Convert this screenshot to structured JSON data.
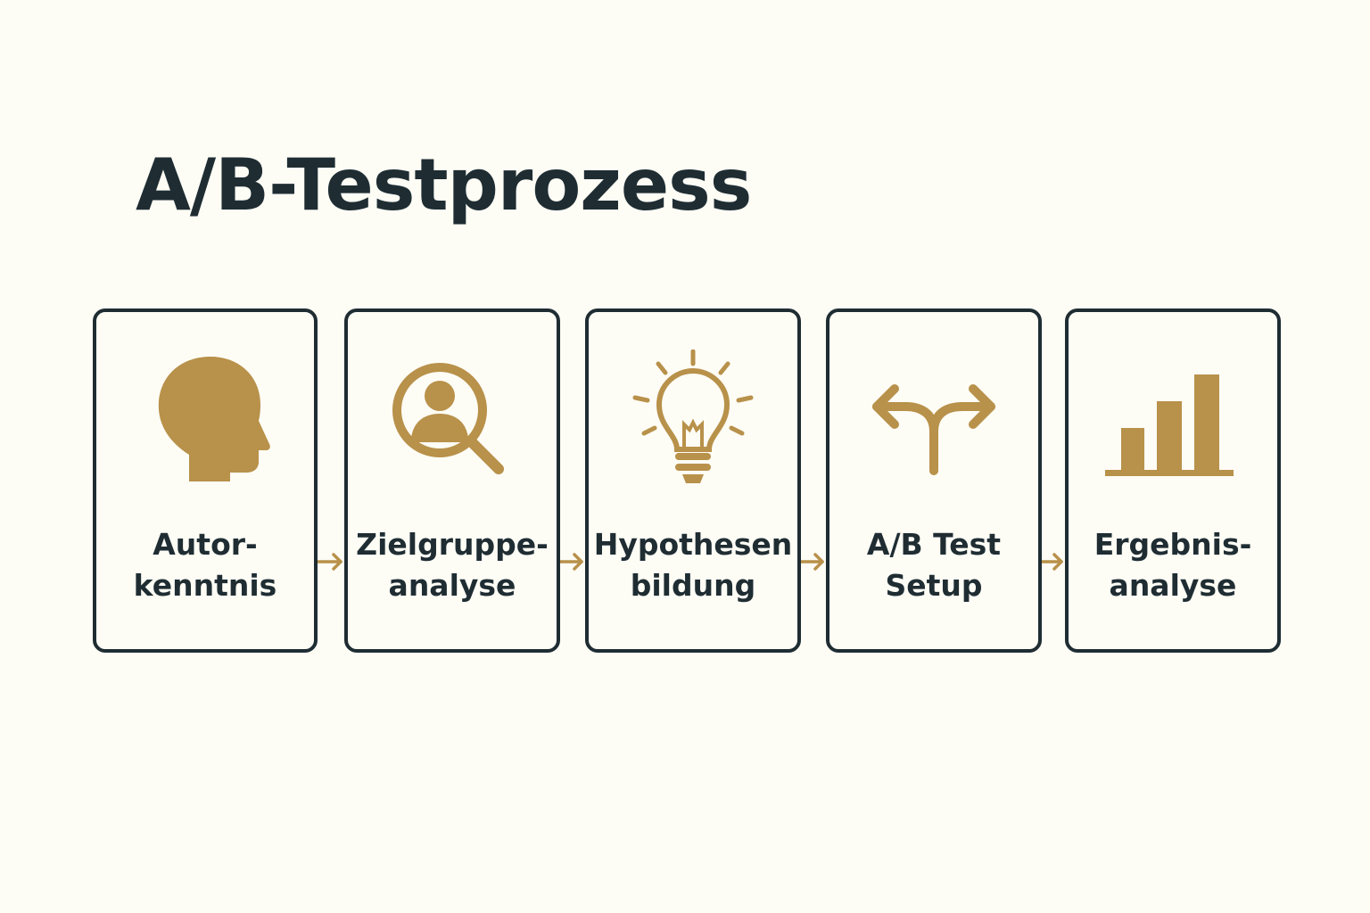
{
  "title": "A/B-Testprozess",
  "colors": {
    "accent": "#b8914a",
    "text": "#1f2d33",
    "background": "#fdfcf5"
  },
  "steps": [
    {
      "line1": "Autor-",
      "line2": "kenntnis",
      "icon": "head-profile-icon"
    },
    {
      "line1": "Zielgruppe-",
      "line2": "analyse",
      "icon": "magnifier-person-icon"
    },
    {
      "line1": "Hypothesen",
      "line2": "bildung",
      "icon": "lightbulb-icon"
    },
    {
      "line1": "A/B Test",
      "line2": "Setup",
      "icon": "split-arrows-icon"
    },
    {
      "line1": "Ergebnis-",
      "line2": "analyse",
      "icon": "bar-chart-icon"
    }
  ]
}
